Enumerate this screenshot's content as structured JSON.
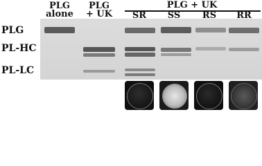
{
  "headers": {
    "plg_alone_line1": "PLG",
    "plg_alone_line2": "alone",
    "plg_uk_line1": "PLG",
    "plg_uk_line2": "+ UK",
    "group_label": "PLG + UK",
    "lanes": [
      "SR",
      "SS",
      "RS",
      "RR"
    ]
  },
  "row_labels": {
    "plg": "PLG",
    "pl_hc": "PL-HC",
    "pl_lc": "PL-LC"
  }
}
